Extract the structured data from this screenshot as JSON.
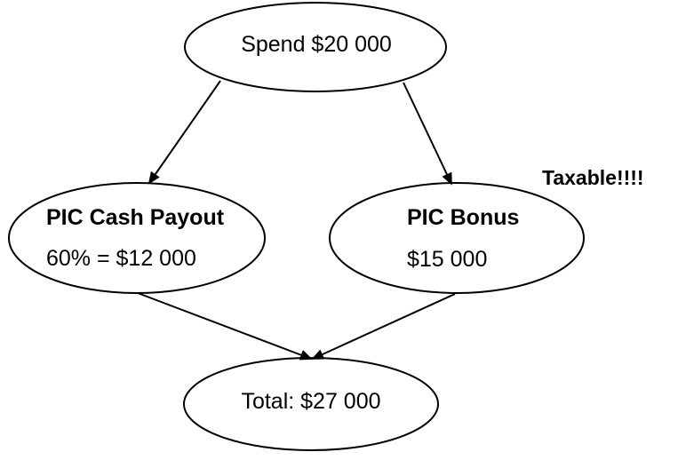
{
  "nodes": {
    "spend": {
      "label": "Spend $20 000"
    },
    "cash_payout": {
      "title": "PIC Cash Payout",
      "value": "60% = $12 000"
    },
    "bonus": {
      "title": "PIC Bonus",
      "value": "$15 000"
    },
    "total": {
      "label": "Total: $27 000"
    }
  },
  "annotation": {
    "text": "Taxable!!!!"
  },
  "edges": [
    {
      "from": "spend",
      "to": "cash_payout"
    },
    {
      "from": "spend",
      "to": "bonus"
    },
    {
      "from": "cash_payout",
      "to": "total"
    },
    {
      "from": "bonus",
      "to": "total"
    }
  ],
  "colors": {
    "stroke": "#000000",
    "fill": "#ffffff",
    "text": "#000000"
  }
}
